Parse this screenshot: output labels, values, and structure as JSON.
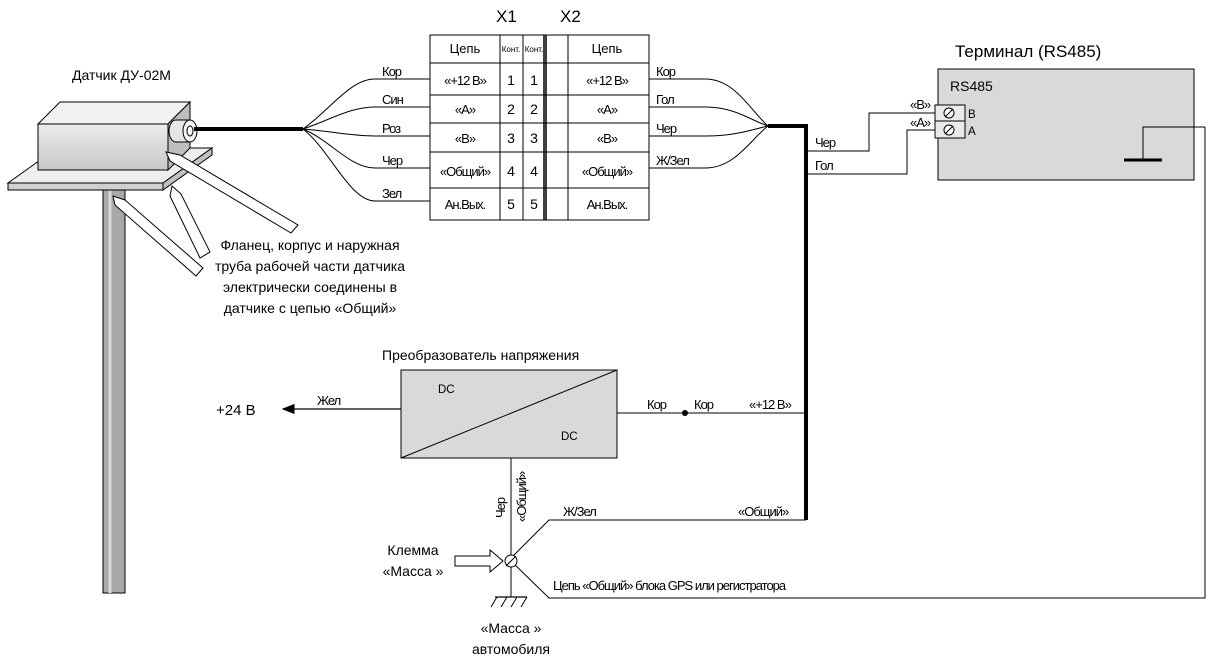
{
  "sensor": {
    "title": "Датчик ДУ-02М"
  },
  "connectors": {
    "x1": "X1",
    "x2": "X2",
    "hdr_circuit": "Цепь",
    "hdr_contact": "Конт.",
    "rows": [
      {
        "left_wire": "Кор",
        "x1_circuit": "«+12 В»",
        "x1_pin": "1",
        "x2_pin": "1",
        "x2_circuit": "«+12 В»",
        "right_wire": "Кор"
      },
      {
        "left_wire": "Син",
        "x1_circuit": "«А»",
        "x1_pin": "2",
        "x2_pin": "2",
        "x2_circuit": "«А»",
        "right_wire": "Гол"
      },
      {
        "left_wire": "Роз",
        "x1_circuit": "«В»",
        "x1_pin": "3",
        "x2_pin": "3",
        "x2_circuit": "«В»",
        "right_wire": "Чер"
      },
      {
        "left_wire": "Чер",
        "x1_circuit": "«Общий»",
        "x1_pin": "4",
        "x2_pin": "4",
        "x2_circuit": "«Общий»",
        "right_wire": "Ж/Зел"
      },
      {
        "left_wire": "Зел",
        "x1_circuit": "Ан.Вых.",
        "x1_pin": "5",
        "x2_pin": "5",
        "x2_circuit": "Ан.Вых.",
        "right_wire": ""
      }
    ]
  },
  "terminal": {
    "title": "Терминал  (RS485)",
    "box_label": "RS485",
    "pin_b": "B",
    "pin_a": "A",
    "in_b": "«В»",
    "in_a": "«А»",
    "wire_black": "Чер",
    "wire_blue": "Гол"
  },
  "note": {
    "lines": [
      "Фланец, корпус и наружная",
      "труба рабочей части датчика",
      "электрически соединены  в",
      "датчике с цепью «Общий»"
    ]
  },
  "converter": {
    "title": "Преобразователь напряжения",
    "dc_in": "DC",
    "dc_out": "DC",
    "out_voltage": "+24 В",
    "out_wire": "Жел",
    "in_wire_1": "Кор",
    "in_wire_2": "Кор",
    "in_net": "«+12 В»",
    "gnd_wire": "Чер",
    "gnd_net": "«Общий»"
  },
  "ground": {
    "common_wire": "Ж/Зел",
    "common_net": "«Общий»",
    "clamp_line1": "Клемма",
    "clamp_line2": "«Масса »",
    "chassis_line1": "«Масса »",
    "chassis_line2": "автомобиля",
    "gps_note": "Цепь «Общий» блока GPS или регистратора"
  },
  "colors": {
    "box_fill": "#d9d9d9",
    "line": "#000000"
  }
}
